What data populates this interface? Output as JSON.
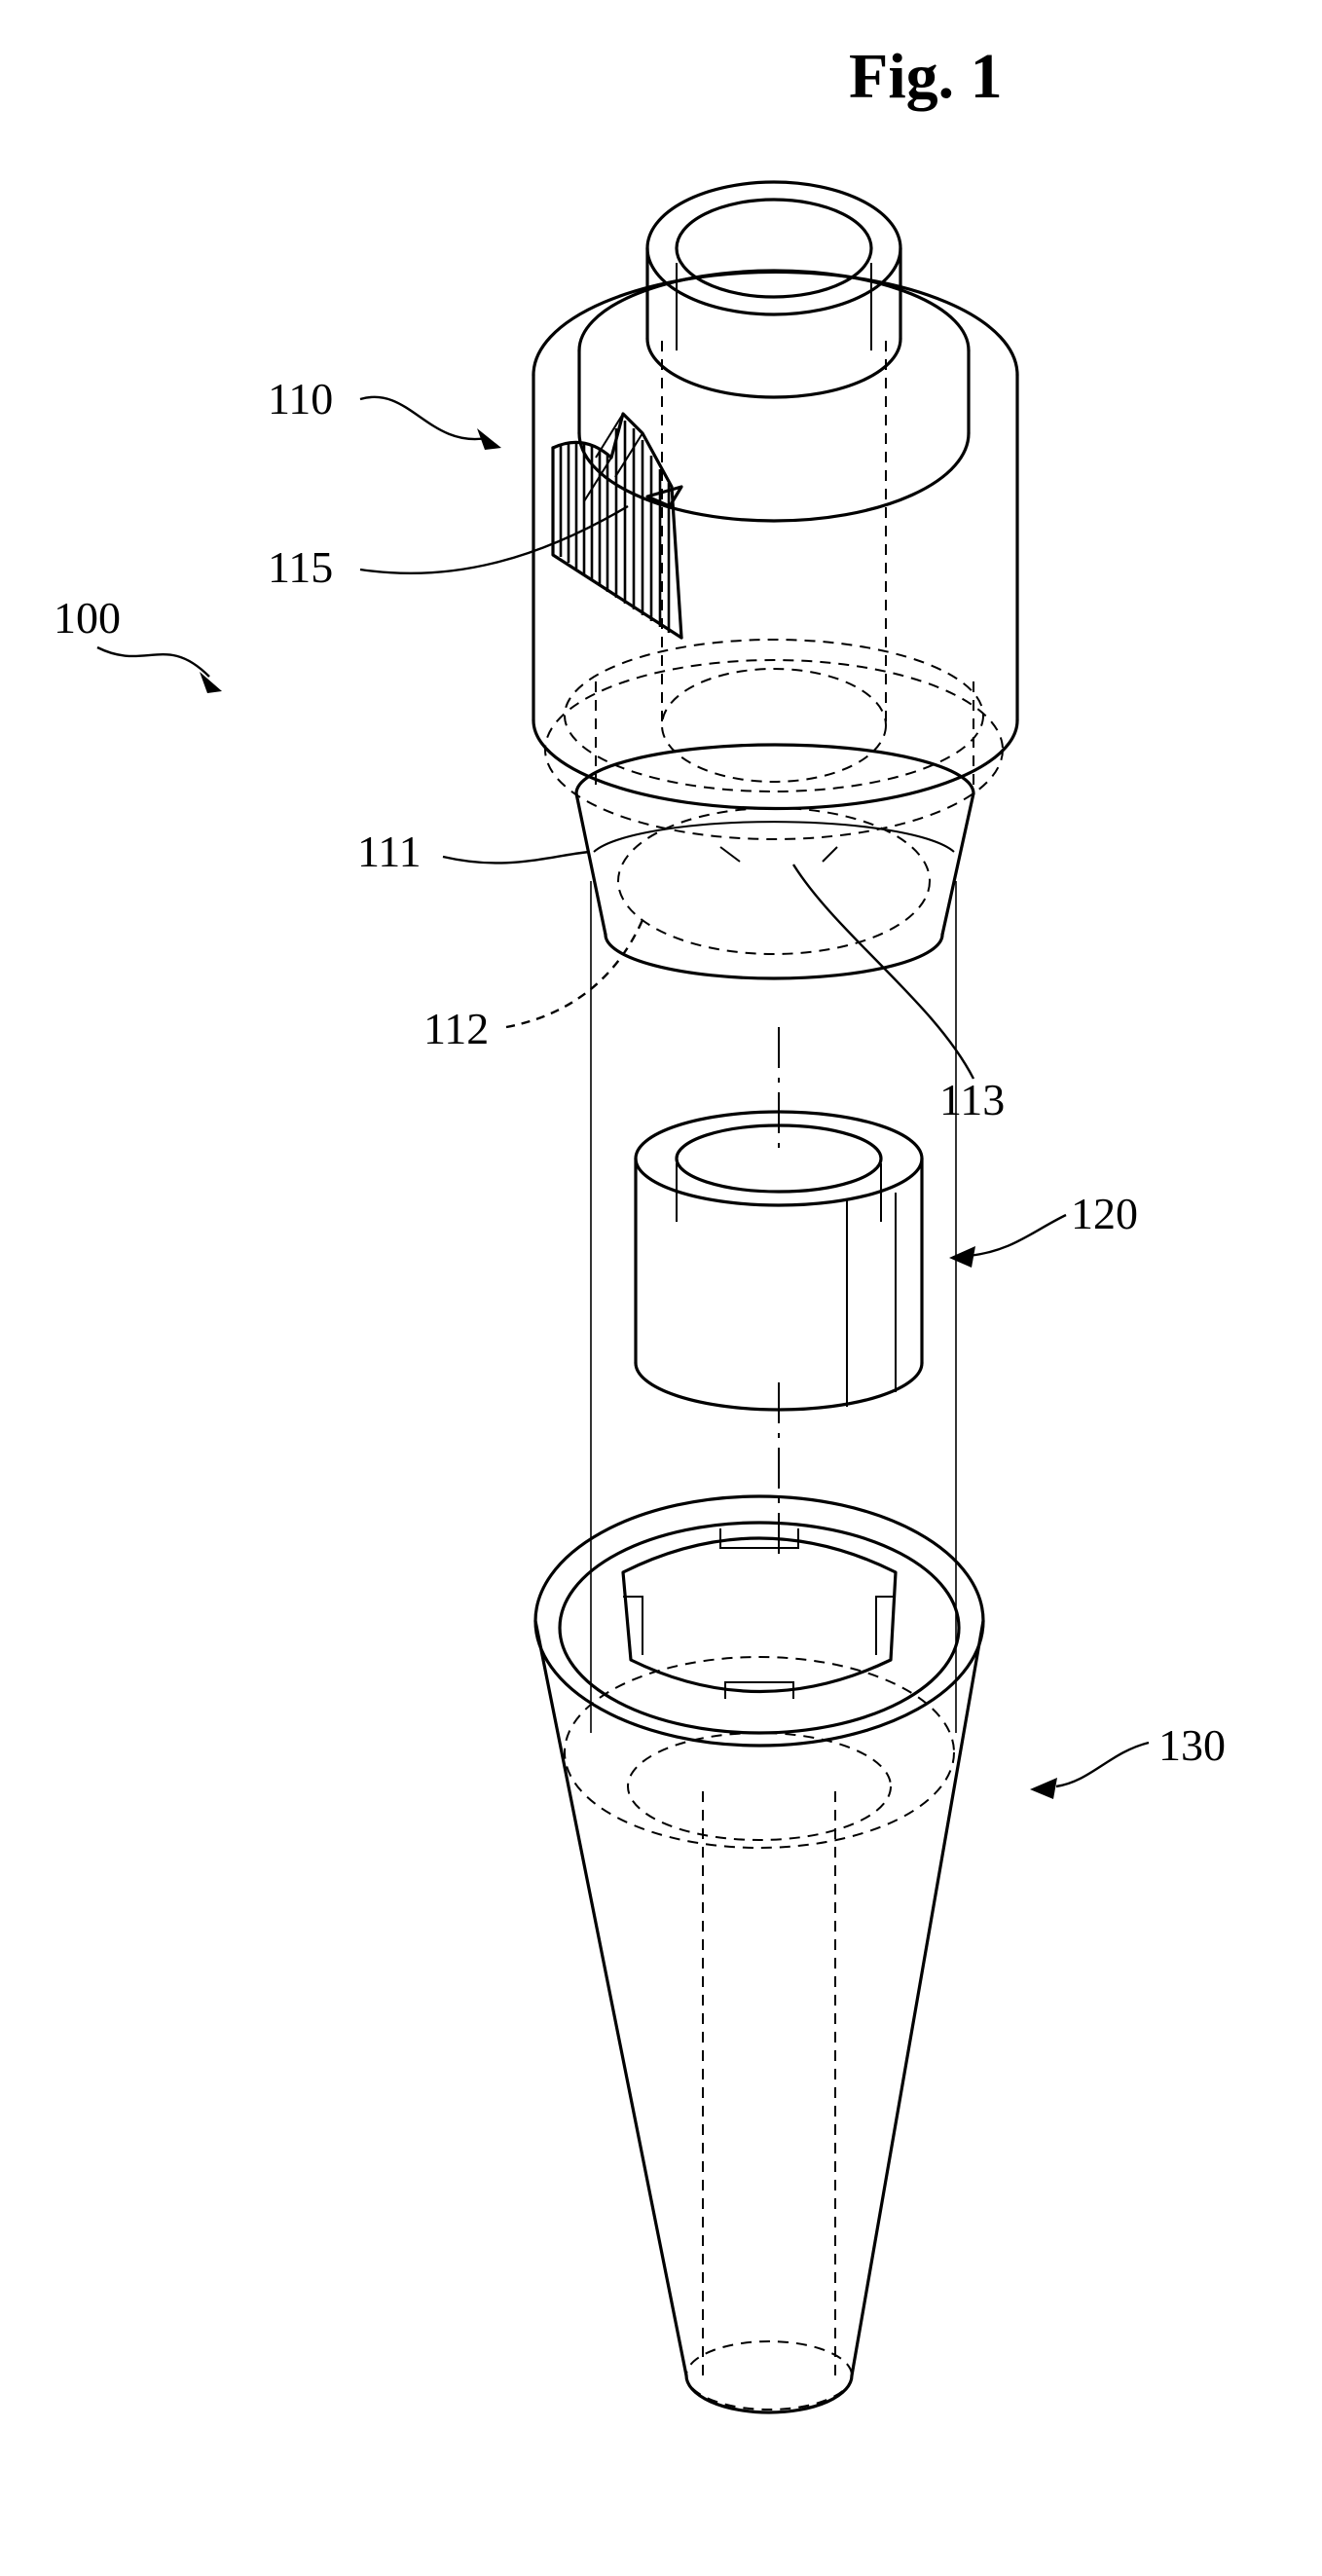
{
  "figure": {
    "title": "Fig. 1"
  },
  "labels": {
    "assembly": "100",
    "upper_body": "110",
    "lower_cone": "111",
    "inner_space": "112",
    "rim": "113",
    "inlet_vanes": "115",
    "insert_ring": "120",
    "bottom_cone": "130"
  },
  "colors": {
    "line": "#000000",
    "background": "#ffffff"
  }
}
